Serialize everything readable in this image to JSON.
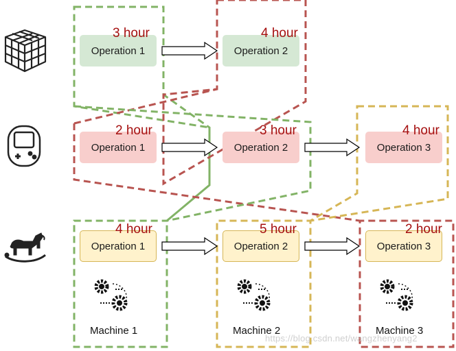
{
  "products": [
    {
      "icon": "cube-icon",
      "operations": [
        {
          "label": "Operation 1",
          "duration": "3 hour",
          "color": "#d5e8d4"
        },
        {
          "label": "Operation 2",
          "duration": "4 hour",
          "color": "#d5e8d4"
        }
      ]
    },
    {
      "icon": "gamepad-icon",
      "operations": [
        {
          "label": "Operation 1",
          "duration": "2 hour",
          "color": "#f8cecc"
        },
        {
          "label": "Operation 2",
          "duration": "3 hour",
          "color": "#f8cecc"
        },
        {
          "label": "Operation 3",
          "duration": "4 hour",
          "color": "#f8cecc"
        }
      ]
    },
    {
      "icon": "rocking-horse-icon",
      "operations": [
        {
          "label": "Operation 1",
          "duration": "4 hour",
          "color": "#fff2cc"
        },
        {
          "label": "Operation 2",
          "duration": "5 hour",
          "color": "#fff2cc"
        },
        {
          "label": "Operation 3",
          "duration": "2 hour",
          "color": "#fff2cc"
        }
      ]
    }
  ],
  "machines": [
    {
      "label": "Machine 1",
      "icon": "gears-icon"
    },
    {
      "label": "Machine 2",
      "icon": "gears-icon"
    },
    {
      "label": "Machine 3",
      "icon": "gears-icon"
    }
  ],
  "colors": {
    "green_dash": "#82b366",
    "red_dash": "#b85450",
    "yellow_dash": "#d6b656",
    "duration_text": "#a50f0f"
  },
  "watermark": "https://blog.csdn.net/wangzhenyang2"
}
